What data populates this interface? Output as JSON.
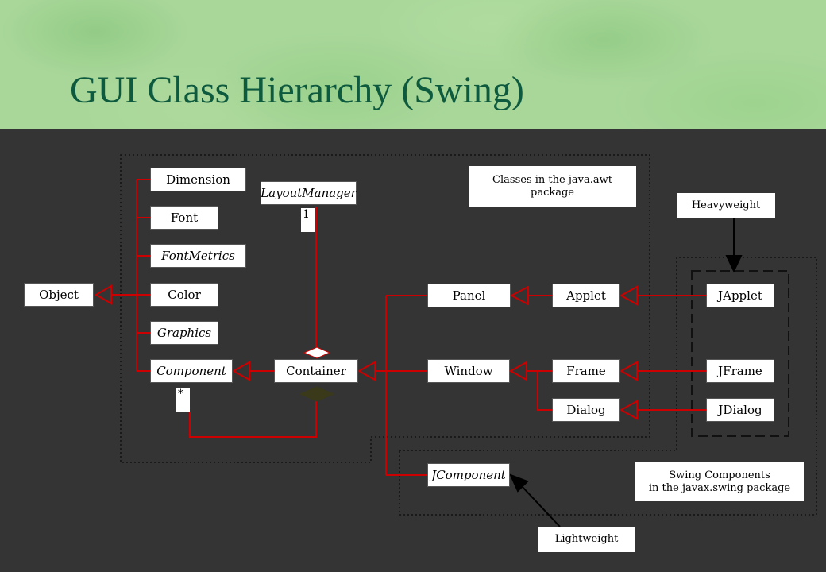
{
  "title": "GUI Class Hierarchy (Swing)",
  "classes": {
    "object": "Object",
    "dimension": "Dimension",
    "font": "Font",
    "font_metrics": "FontMetrics",
    "color": "Color",
    "graphics": "Graphics",
    "component": "Component",
    "layout_manager": "LayoutManager",
    "container": "Container",
    "panel": "Panel",
    "applet": "Applet",
    "window": "Window",
    "frame": "Frame",
    "dialog": "Dialog",
    "japplet": "JApplet",
    "jframe": "JFrame",
    "jdialog": "JDialog",
    "jcomponent": "JComponent"
  },
  "multiplicity": {
    "layout": "1",
    "component": "*"
  },
  "notes": {
    "awt_line1": "Classes in the java.awt",
    "awt_line2": "package",
    "swing_line1": "Swing Components",
    "swing_line2": "in the javax.swing package",
    "heavyweight": "Heavyweight",
    "lightweight": "Lightweight"
  },
  "colors": {
    "background": "#343434",
    "relation": "#cc0000",
    "title": "#0e5a3e",
    "aggregation": "#3a3a1a"
  }
}
